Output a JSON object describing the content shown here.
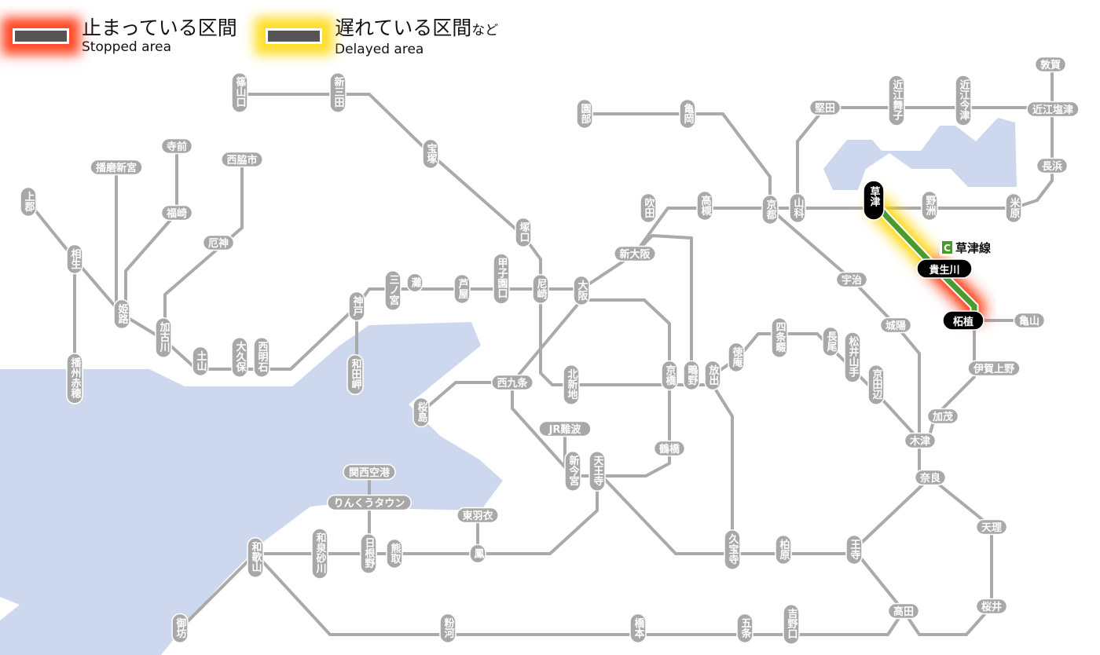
{
  "legend": {
    "stopped_jp": "止まっている区間",
    "stopped_en": "Stopped area",
    "delayed_jp": "遅れている区間",
    "delayed_suffix": "など",
    "delayed_en": "Delayed area"
  },
  "line_tag": {
    "symbol": "C",
    "name": "草津線",
    "color": "#4a9a2e"
  },
  "colors": {
    "line": "#aaaaaa",
    "station": "#a8a8a8",
    "water": "#cdd8ee",
    "stopped": "#ff2a00",
    "delayed": "#ffd400",
    "active_station": "#000000"
  },
  "stations": [
    {
      "name": "篠山口"
    },
    {
      "name": "新三田"
    },
    {
      "name": "宝塚"
    },
    {
      "name": "塚口"
    },
    {
      "name": "尼崎"
    },
    {
      "name": "甲子園口"
    },
    {
      "name": "芦屋"
    },
    {
      "name": "灘"
    },
    {
      "name": "三ノ宮"
    },
    {
      "name": "神戸"
    },
    {
      "name": "和田岬"
    },
    {
      "name": "西明石"
    },
    {
      "name": "大久保"
    },
    {
      "name": "土山"
    },
    {
      "name": "加古川"
    },
    {
      "name": "姫路"
    },
    {
      "name": "相生"
    },
    {
      "name": "上郡"
    },
    {
      "name": "播州赤穂"
    },
    {
      "name": "播磨新宮"
    },
    {
      "name": "寺前"
    },
    {
      "name": "福崎"
    },
    {
      "name": "西脇市"
    },
    {
      "name": "厄神"
    },
    {
      "name": "園部"
    },
    {
      "name": "亀岡"
    },
    {
      "name": "京都"
    },
    {
      "name": "山科"
    },
    {
      "name": "吹田"
    },
    {
      "name": "高槻"
    },
    {
      "name": "新大阪"
    },
    {
      "name": "大阪"
    },
    {
      "name": "堅田"
    },
    {
      "name": "近江舞子"
    },
    {
      "name": "近江今津"
    },
    {
      "name": "敦賀"
    },
    {
      "name": "近江塩津"
    },
    {
      "name": "長浜"
    },
    {
      "name": "米原"
    },
    {
      "name": "野洲"
    },
    {
      "name": "草津",
      "active": true
    },
    {
      "name": "貴生川",
      "active": true
    },
    {
      "name": "柘植",
      "active": true
    },
    {
      "name": "亀山"
    },
    {
      "name": "宇治"
    },
    {
      "name": "城陽"
    },
    {
      "name": "伊賀上野"
    },
    {
      "name": "加茂"
    },
    {
      "name": "木津"
    },
    {
      "name": "奈良"
    },
    {
      "name": "天理"
    },
    {
      "name": "桜井"
    },
    {
      "name": "高田"
    },
    {
      "name": "王寺"
    },
    {
      "name": "柏原"
    },
    {
      "name": "久宝寺"
    },
    {
      "name": "放出"
    },
    {
      "name": "鴫野"
    },
    {
      "name": "京橋"
    },
    {
      "name": "徳庵"
    },
    {
      "name": "四条畷"
    },
    {
      "name": "長尾"
    },
    {
      "name": "松井山手"
    },
    {
      "name": "京田辺"
    },
    {
      "name": "北新地"
    },
    {
      "name": "西九条"
    },
    {
      "name": "桜島"
    },
    {
      "name": "鶴橋"
    },
    {
      "name": "JR難波"
    },
    {
      "name": "新今宮"
    },
    {
      "name": "天王寺"
    },
    {
      "name": "関西空港"
    },
    {
      "name": "りんくうタウン"
    },
    {
      "name": "日根野"
    },
    {
      "name": "熊取"
    },
    {
      "name": "東羽衣"
    },
    {
      "name": "鳳"
    },
    {
      "name": "和泉砂川"
    },
    {
      "name": "和歌山"
    },
    {
      "name": "御坊"
    },
    {
      "name": "粉河"
    },
    {
      "name": "橋本"
    },
    {
      "name": "五条"
    },
    {
      "name": "吉野口"
    }
  ]
}
